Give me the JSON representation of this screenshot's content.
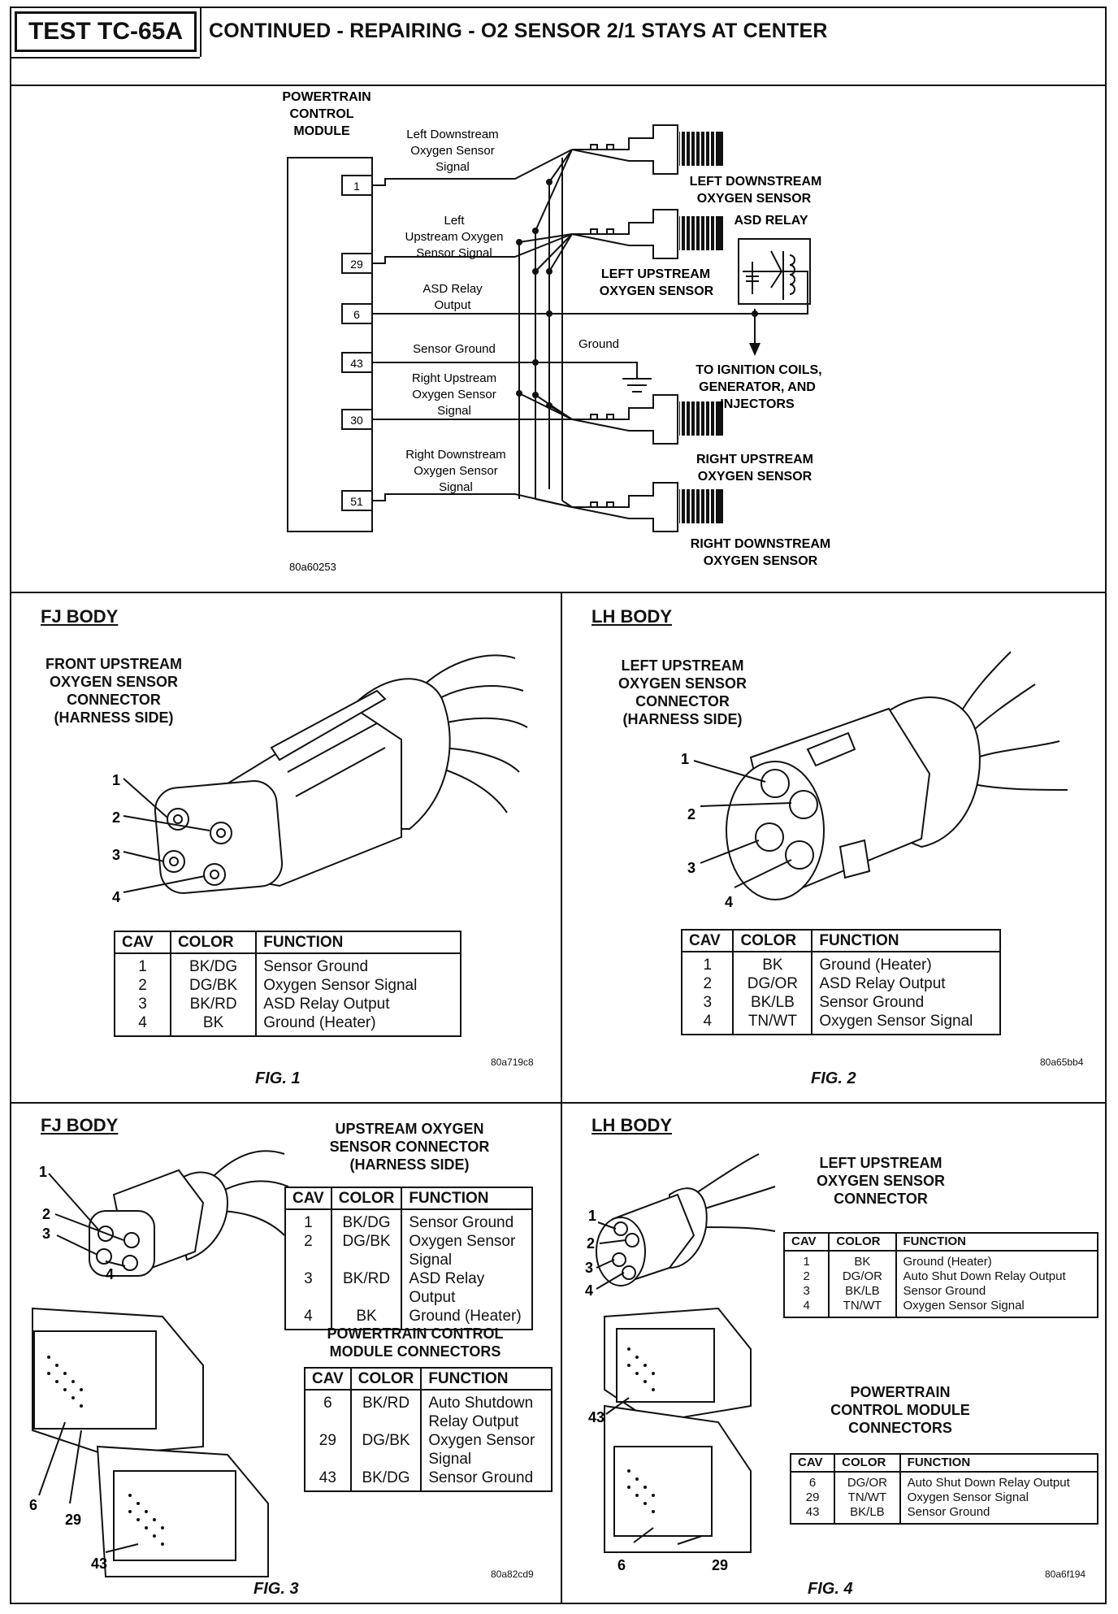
{
  "header": {
    "test_id": "TEST TC-65A",
    "title": "CONTINUED - REPAIRING - O2 SENSOR 2/1 STAYS AT CENTER"
  },
  "schematic": {
    "pcm_label": [
      "POWERTRAIN",
      "CONTROL",
      "MODULE"
    ],
    "pins": [
      "1",
      "29",
      "6",
      "43",
      "30",
      "51"
    ],
    "wire_labels": {
      "left_down": [
        "Left Downstream",
        "Oxygen Sensor",
        "Signal"
      ],
      "left_up": [
        "Left",
        "Upstream Oxygen",
        "Sensor Signal"
      ],
      "asd": [
        "ASD Relay",
        "Output"
      ],
      "ground": "Sensor Ground",
      "right_up": [
        "Right Upstream",
        "Oxygen Sensor",
        "Signal"
      ],
      "right_down": [
        "Right Downstream",
        "Oxygen Sensor",
        "Signal"
      ]
    },
    "ground_label": "Ground",
    "sensors": {
      "left_down": [
        "LEFT DOWNSTREAM",
        "OXYGEN SENSOR"
      ],
      "left_up": [
        "LEFT UPSTREAM",
        "OXYGEN SENSOR"
      ],
      "right_up": [
        "RIGHT UPSTREAM",
        "OXYGEN SENSOR"
      ],
      "right_down": [
        "RIGHT DOWNSTREAM",
        "OXYGEN SENSOR"
      ]
    },
    "asd_relay": "ASD RELAY",
    "ignition": [
      "TO IGNITION COILS,",
      "GENERATOR, AND",
      "INJECTORS"
    ],
    "code": "80a60253"
  },
  "fig1": {
    "section": "FJ BODY",
    "caption": [
      "FRONT UPSTREAM",
      "OXYGEN SENSOR",
      "CONNECTOR",
      "(HARNESS SIDE)"
    ],
    "callouts": [
      "1",
      "2",
      "3",
      "4"
    ],
    "headers": [
      "CAV",
      "COLOR",
      "FUNCTION"
    ],
    "rows": [
      [
        "1",
        "BK/DG",
        "Sensor Ground"
      ],
      [
        "2",
        "DG/BK",
        "Oxygen Sensor Signal"
      ],
      [
        "3",
        "BK/RD",
        "ASD Relay Output"
      ],
      [
        "4",
        "BK",
        "Ground (Heater)"
      ]
    ],
    "code": "80a719c8",
    "label": "FIG. 1"
  },
  "fig2": {
    "section": "LH BODY",
    "caption": [
      "LEFT UPSTREAM",
      "OXYGEN SENSOR",
      "CONNECTOR",
      "(HARNESS SIDE)"
    ],
    "callouts": [
      "1",
      "2",
      "3",
      "4"
    ],
    "headers": [
      "CAV",
      "COLOR",
      "FUNCTION"
    ],
    "rows": [
      [
        "1",
        "BK",
        "Ground (Heater)"
      ],
      [
        "2",
        "DG/OR",
        "ASD Relay Output"
      ],
      [
        "3",
        "BK/LB",
        "Sensor Ground"
      ],
      [
        "4",
        "TN/WT",
        "Oxygen Sensor Signal"
      ]
    ],
    "code": "80a65bb4",
    "label": "FIG. 2"
  },
  "fig3": {
    "section": "FJ BODY",
    "caption": [
      "UPSTREAM OXYGEN",
      "SENSOR CONNECTOR",
      "(HARNESS SIDE)"
    ],
    "callouts": [
      "1",
      "2",
      "3",
      "4"
    ],
    "headers": [
      "CAV",
      "COLOR",
      "FUNCTION"
    ],
    "rows": [
      [
        "1",
        "BK/DG",
        "Sensor Ground"
      ],
      [
        "2",
        "DG/BK",
        "Oxygen Sensor Signal"
      ],
      [
        "3",
        "BK/RD",
        "ASD Relay Output"
      ],
      [
        "4",
        "BK",
        "Ground (Heater)"
      ]
    ],
    "pcm_caption": [
      "POWERTRAIN CONTROL",
      "MODULE CONNECTORS"
    ],
    "pcm_rows": [
      [
        "6",
        "BK/RD",
        "Auto Shutdown Relay Output"
      ],
      [
        "29",
        "DG/BK",
        "Oxygen Sensor Signal"
      ],
      [
        "43",
        "BK/DG",
        "Sensor Ground"
      ]
    ],
    "pin_callouts": [
      "6",
      "29",
      "43"
    ],
    "code": "80a82cd9",
    "label": "FIG. 3"
  },
  "fig4": {
    "section": "LH BODY",
    "caption": [
      "LEFT UPSTREAM",
      "OXYGEN SENSOR",
      "CONNECTOR"
    ],
    "callouts": [
      "1",
      "2",
      "3",
      "4"
    ],
    "headers": [
      "CAV",
      "COLOR",
      "FUNCTION"
    ],
    "rows": [
      [
        "1",
        "BK",
        "Ground (Heater)"
      ],
      [
        "2",
        "DG/OR",
        "Auto Shut Down Relay Output"
      ],
      [
        "3",
        "BK/LB",
        "Sensor Ground"
      ],
      [
        "4",
        "TN/WT",
        "Oxygen Sensor Signal"
      ]
    ],
    "pcm_caption": [
      "POWERTRAIN",
      "CONTROL MODULE",
      "CONNECTORS"
    ],
    "pcm_rows": [
      [
        "6",
        "DG/OR",
        "Auto Shut Down Relay Output"
      ],
      [
        "29",
        "TN/WT",
        "Oxygen Sensor Signal"
      ],
      [
        "43",
        "BK/LB",
        "Sensor Ground"
      ]
    ],
    "pin_callouts": [
      "43",
      "6",
      "29"
    ],
    "code": "80a6f194",
    "label": "FIG. 4"
  }
}
